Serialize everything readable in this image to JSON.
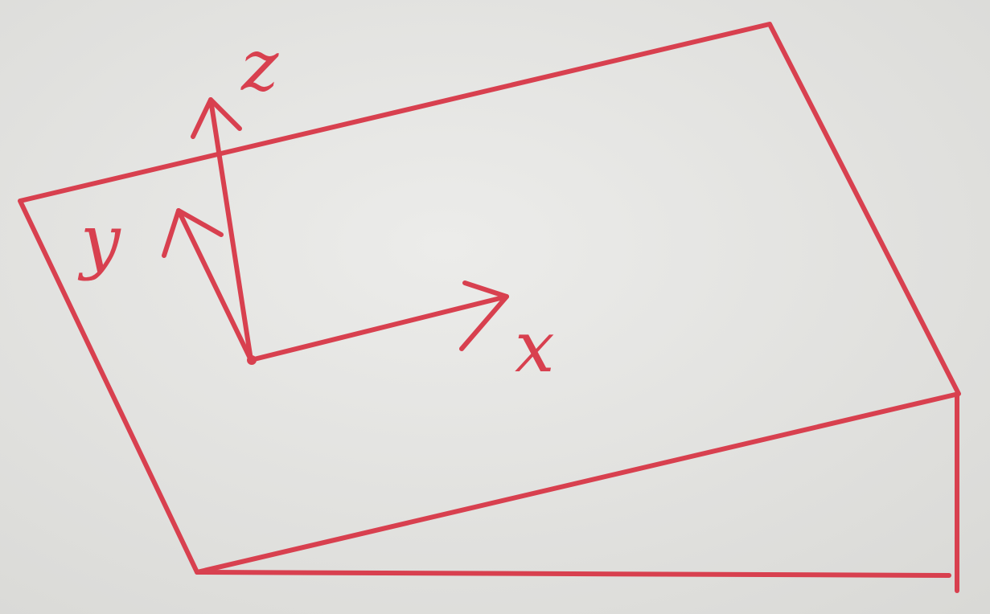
{
  "axes": {
    "x_label": "x",
    "y_label": "y",
    "z_label": "z"
  },
  "colors": {
    "ink": "#d8404f",
    "paper": "#e4e4e2"
  }
}
